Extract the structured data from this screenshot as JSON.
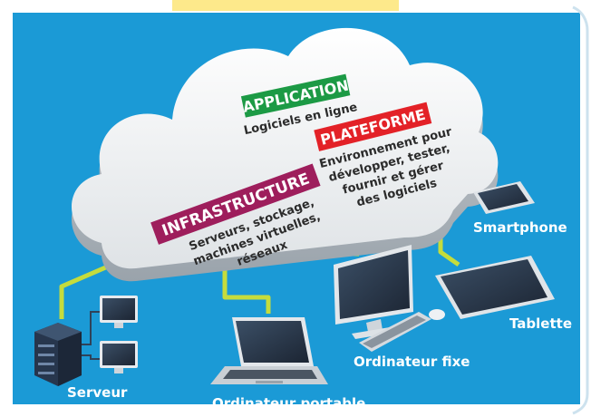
{
  "colors": {
    "background": "#1b9ad6",
    "cloud": "#f4f5f6",
    "connector": "#c5dc3c",
    "application": "#1c9a45",
    "platform": "#e32127",
    "infrastructure": "#9e1e5c",
    "top_tab": "#fde98b",
    "label_text": "#ffffff"
  },
  "layers": {
    "application": {
      "title": "APPLICATION",
      "lines": [
        "Logiciels en ligne"
      ]
    },
    "platform": {
      "title": "PLATEFORME",
      "lines": [
        "Environnement pour",
        "développer, tester,",
        "fournir et gérer",
        "des logiciels"
      ]
    },
    "infrastructure": {
      "title": "INFRASTRUCTURE",
      "lines": [
        "Serveurs, stockage,",
        "machines virtuelles,",
        "réseaux"
      ]
    }
  },
  "devices": {
    "server": {
      "label": "Serveur",
      "icon": "server-rack-icon"
    },
    "laptop": {
      "label": "Ordinateur portable",
      "icon": "laptop-icon"
    },
    "desktop": {
      "label": "Ordinateur fixe",
      "icon": "desktop-computer-icon"
    },
    "tablet": {
      "label": "Tablette",
      "icon": "tablet-icon"
    },
    "smartphone": {
      "label": "Smartphone",
      "icon": "smartphone-icon"
    }
  }
}
